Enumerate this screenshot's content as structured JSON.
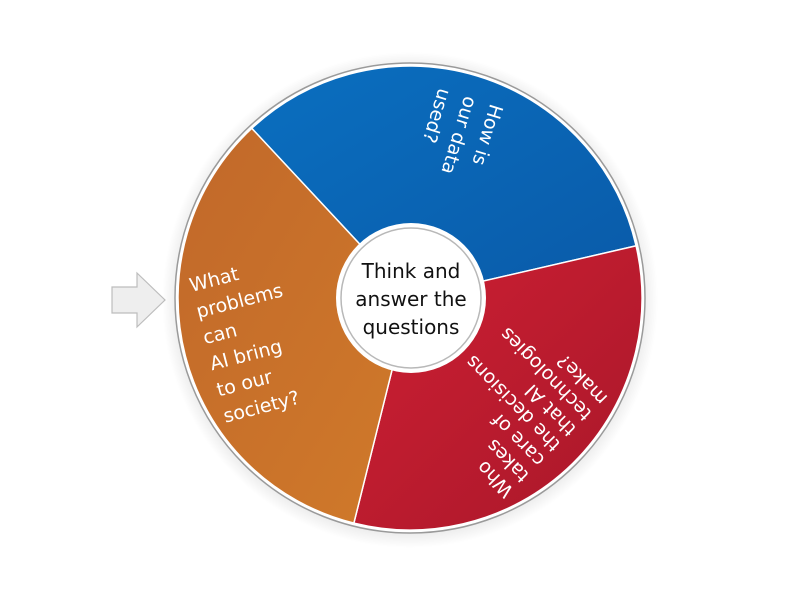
{
  "center_label": "Think and answer the questions",
  "pointer": {
    "icon": "arrow-right-icon",
    "color": "#eeeeee"
  },
  "segments": [
    {
      "label": "How is our data used?",
      "lines": [
        "How is",
        "our data",
        "used?"
      ],
      "color": "#0a6fc0",
      "color_dark": "#0a5aa8",
      "start": -133,
      "end": -13
    },
    {
      "label": "Who takes care of the decisions that AI technologies make?",
      "lines": [
        "Who",
        "takes",
        "care of",
        "the decisions",
        "that AI",
        "technologies",
        "make?"
      ],
      "color": "#cf2033",
      "color_dark": "#a8172a",
      "start": -13,
      "end": 104
    },
    {
      "label": "What problems can AI bring to our society?",
      "lines": [
        "What",
        "problems",
        "can",
        "AI bring",
        "to our",
        "society?"
      ],
      "color": "#c1682a",
      "color_dark": "#d07a2a",
      "start": 104,
      "end": 227
    }
  ]
}
